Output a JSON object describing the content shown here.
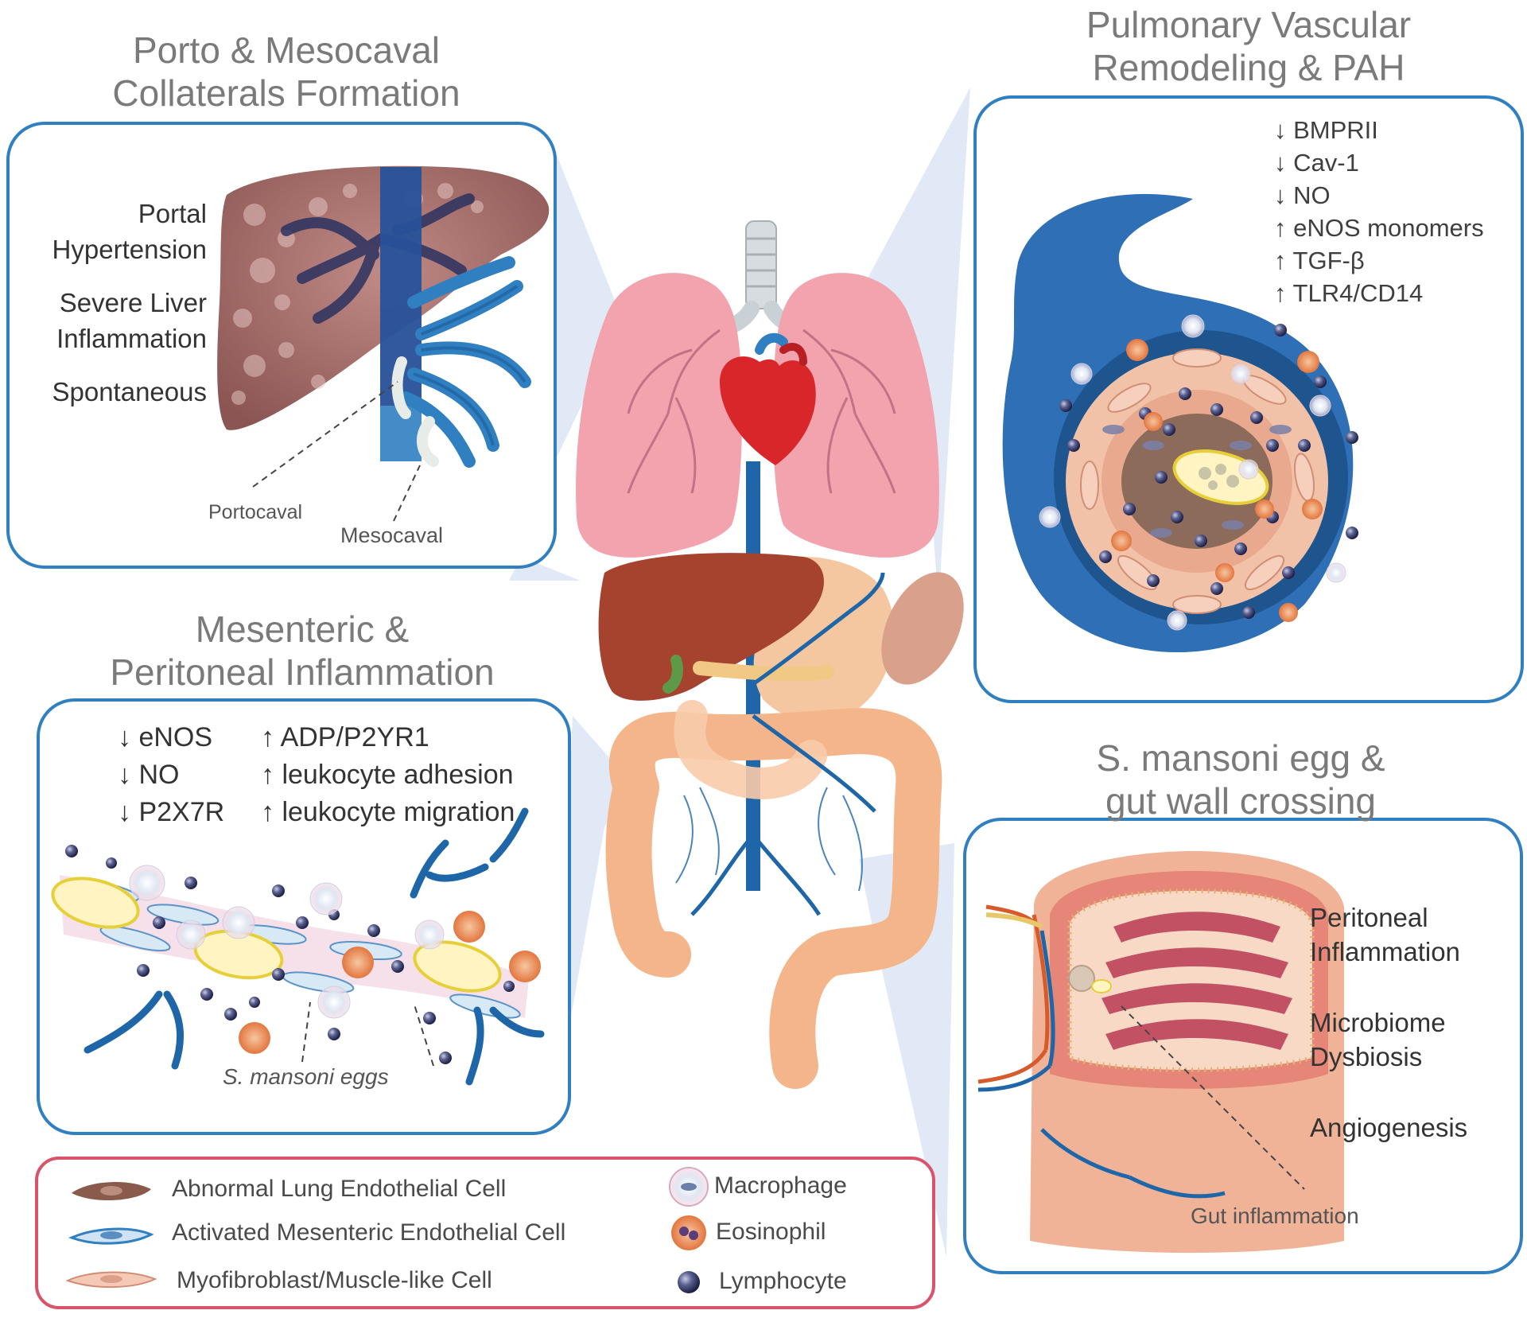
{
  "panels": {
    "porto": {
      "title_line1": "Porto & Mesocaval",
      "title_line2": "Collaterals Formation",
      "labels": [
        "Portal",
        "Hypertension",
        "Severe Liver",
        "Inflammation",
        "Spontaneous"
      ],
      "callouts": [
        "Portocaval",
        "Mesocaval"
      ]
    },
    "pulmonary": {
      "title_line1": "Pulmonary Vascular",
      "title_line2": "Remodeling & PAH",
      "markers": [
        "↓ BMPRII",
        "↓ Cav-1",
        "↓ NO",
        "↑ eNOS monomers",
        "↑ TGF-β",
        "↑ TLR4/CD14"
      ]
    },
    "mesenteric": {
      "title_line1": "Mesenteric &",
      "title_line2": "Peritoneal Inflammation",
      "markers_left": [
        "↓ eNOS",
        "↓ NO",
        "↓ P2X7R"
      ],
      "markers_right": [
        "↑ ADP/P2YR1",
        "↑ leukocyte adhesion",
        "↑ leukocyte migration"
      ],
      "callout": "S. mansoni eggs"
    },
    "gut": {
      "title_line1": "S. mansoni egg &",
      "title_line2": "gut wall crossing",
      "labels": [
        "Peritoneal",
        "Inflammation",
        "Microbiome",
        "Dysbiosis",
        "Angiogenesis"
      ],
      "callout": "Gut inflammation"
    }
  },
  "legend": {
    "items": [
      {
        "label": "Abnormal Lung Endothelial Cell",
        "icon": "lung-endothelial-cell-icon"
      },
      {
        "label": "Activated Mesenteric Endothelial Cell",
        "icon": "mesenteric-endothelial-cell-icon"
      },
      {
        "label": "Myofibroblast/Muscle-like Cell",
        "icon": "myofibroblast-cell-icon"
      },
      {
        "label": "Macrophage",
        "icon": "macrophage-icon"
      },
      {
        "label": "Eosinophil",
        "icon": "eosinophil-icon"
      },
      {
        "label": "Lymphocyte",
        "icon": "lymphocyte-icon"
      }
    ]
  },
  "colors": {
    "panel_border": "#2f7fc1",
    "legend_border": "#d9546a",
    "title_gray": "#7a7a7a",
    "vein_blue": "#1f66a8",
    "lung_pink": "#f2a3ad",
    "heart_red": "#d8262a",
    "liver_brown": "#a6432f",
    "colon_orange": "#f5b58a"
  }
}
